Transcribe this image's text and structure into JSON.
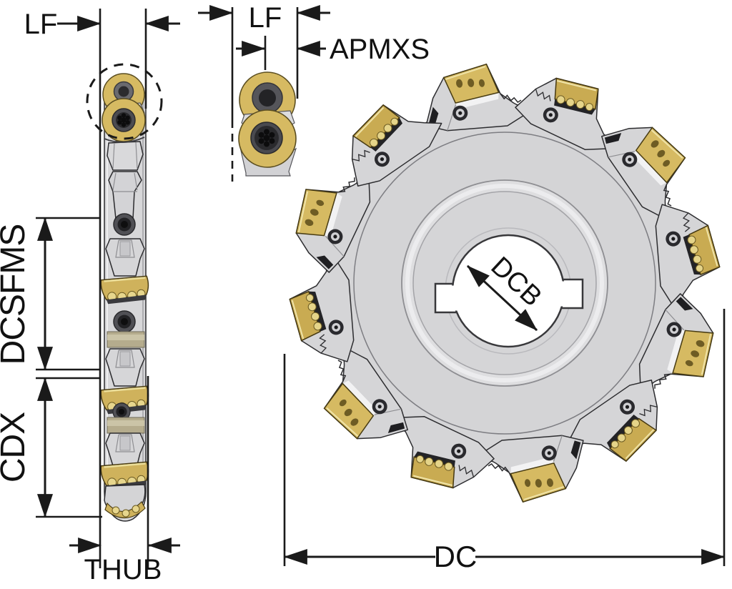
{
  "drawing": {
    "type": "technical-drawing",
    "subject": "indexable-side-and-face-milling-cutter",
    "background": "#ffffff",
    "side_view": {
      "name": "cutter-side-view",
      "dims": {
        "lf": "LF",
        "dcsfms": "DCSFMS",
        "cdx": "CDX",
        "thub": "THUB"
      }
    },
    "detail_view": {
      "name": "insert-detail-view",
      "dims": {
        "lf": "LF",
        "apmxs": "APMXS"
      }
    },
    "face_view": {
      "name": "cutter-face-view",
      "tooth_count": 12,
      "dims": {
        "dcb": "DCB",
        "dc": "DC"
      }
    },
    "colors": {
      "insert_yellow": "#d6ba62",
      "insert_gold_edge": "#c9ab52",
      "body_gray": "#d5d5d7",
      "line_black": "#1a1a1a",
      "screw_dark": "#2a2a2e"
    }
  }
}
